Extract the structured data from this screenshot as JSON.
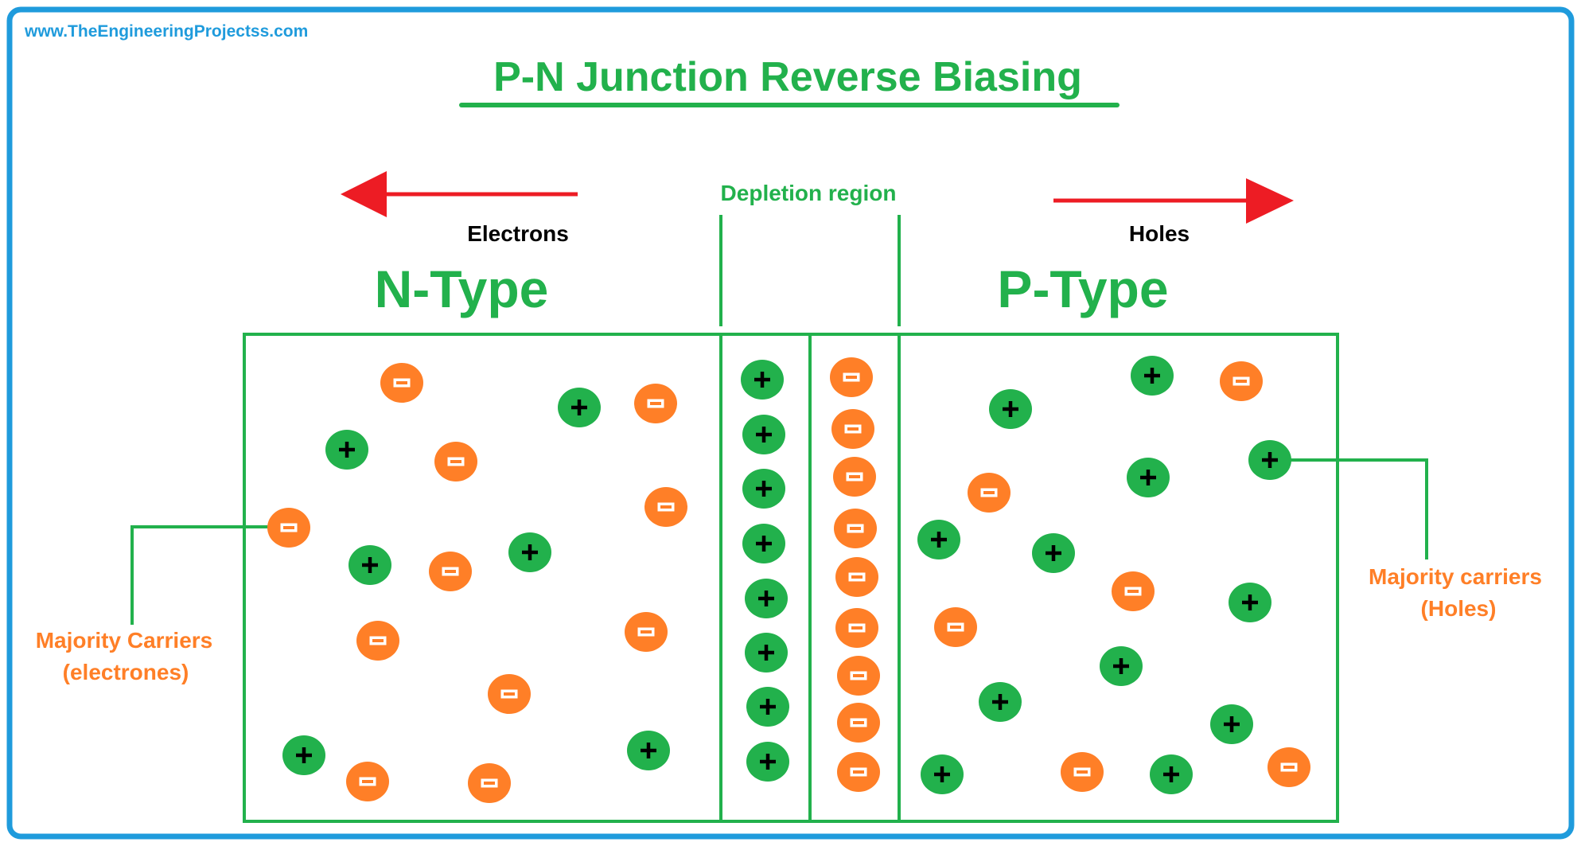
{
  "website": "www.TheEngineeringProjectss.com",
  "title": "P-N Junction Reverse Biasing",
  "labels": {
    "depletion_region": "Depletion region",
    "electrons": "Electrons",
    "holes": "Holes",
    "n_type": "N-Type",
    "p_type": "P-Type",
    "majority_left_line1": "Majority Carriers",
    "majority_left_line2": "(electrones)",
    "majority_right_line1": "Majority carriers",
    "majority_right_line2": "(Holes)"
  },
  "symbols": {
    "plus": "+",
    "minus": "−"
  },
  "colors": {
    "frame": "#1f9bdc",
    "green": "#22b14c",
    "orange": "#ff7f27",
    "red": "#ed1c24",
    "blue_text": "#1f9bdc",
    "black": "#000000"
  }
}
